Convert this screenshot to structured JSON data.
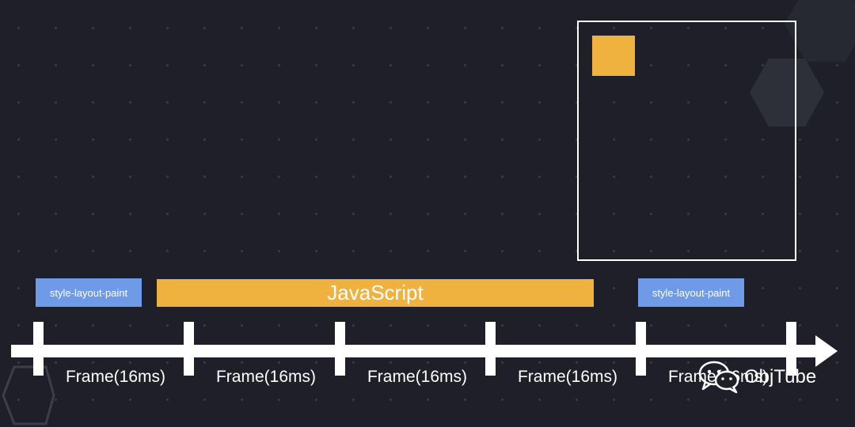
{
  "tasks": {
    "style_layout_paint_1": "style-layout-paint",
    "javascript": "JavaScript",
    "style_layout_paint_2": "style-layout-paint"
  },
  "frames": [
    {
      "label": "Frame(16ms)"
    },
    {
      "label": "Frame(16ms)"
    },
    {
      "label": "Frame(16ms)"
    },
    {
      "label": "Frame(16ms)"
    },
    {
      "label": "Frame(16ms)"
    }
  ],
  "watermark": {
    "text": "ObjTube",
    "icon": "wechat-icon"
  },
  "colors": {
    "background": "#1e1f28",
    "javascript": "#f0b23f",
    "style_layout_paint": "#6f9ae8",
    "foreground": "#ffffff"
  }
}
